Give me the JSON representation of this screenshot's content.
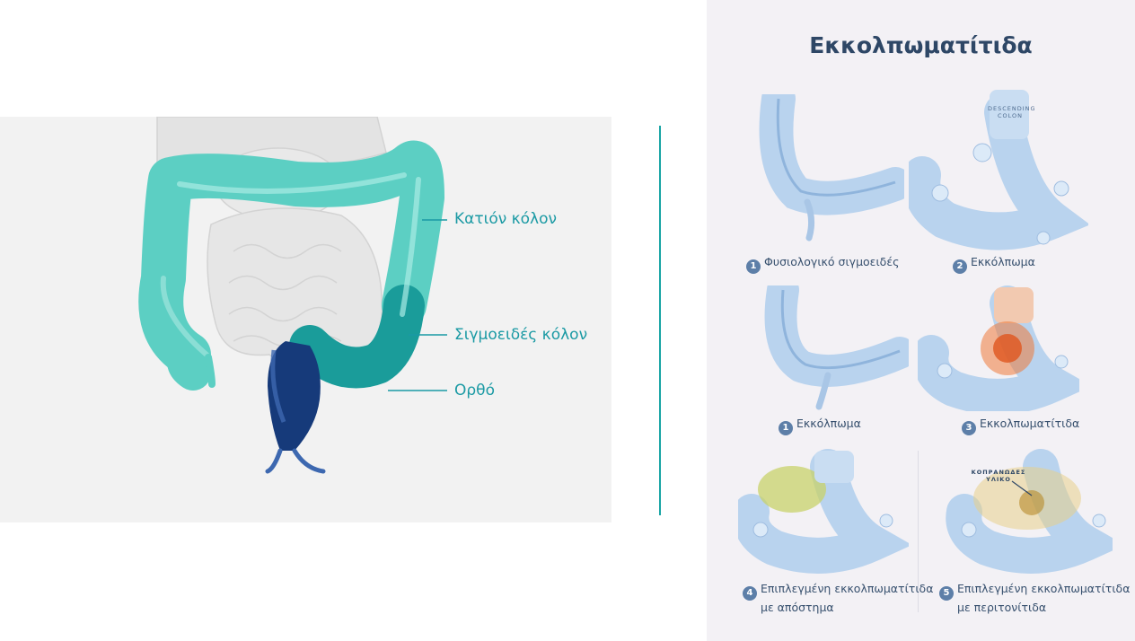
{
  "left": {
    "labels": {
      "transverse": "Κατιόν κόλον",
      "sigmoid": "Σιγμοειδές κόλον",
      "rectum": "Ορθό"
    },
    "colors": {
      "colon": "#5ccfc3",
      "sigmoid": "#1a9c9a",
      "rectum": "#163a7a",
      "background": "#f2f2f2",
      "divider": "#19a5a5"
    }
  },
  "right": {
    "title": "Εκκολπωματίτιδα",
    "panels": [
      {
        "num": "1",
        "line1": "Φυσιολογικό σιγμοειδές",
        "line2": ""
      },
      {
        "num": "2",
        "line1": "Εκκόλπωμα",
        "line2": "",
        "tag": "DESCENDING COLON"
      },
      {
        "num": "1",
        "line1": "Εκκόλπωμα",
        "line2": ""
      },
      {
        "num": "3",
        "line1": "Εκκολπωματίτιδα",
        "line2": ""
      },
      {
        "num": "4",
        "line1": "Επιπλεγμένη εκκολπωματίτιδα",
        "line2": "με απόστημα"
      },
      {
        "num": "5",
        "line1": "Επιπλεγμένη εκκολπωματίτιδα",
        "line2": "με περιτονίτιδα",
        "tag": "ΚΟΠΡΑΝΩΔΕΣ ΥΛΙΚΟ"
      }
    ],
    "colors": {
      "tissue": "#b9d3ee",
      "inflamed": "#ef7a3a",
      "abscess": "#c8d26a",
      "title": "#2e4766",
      "badge": "#5d7fa8"
    }
  }
}
